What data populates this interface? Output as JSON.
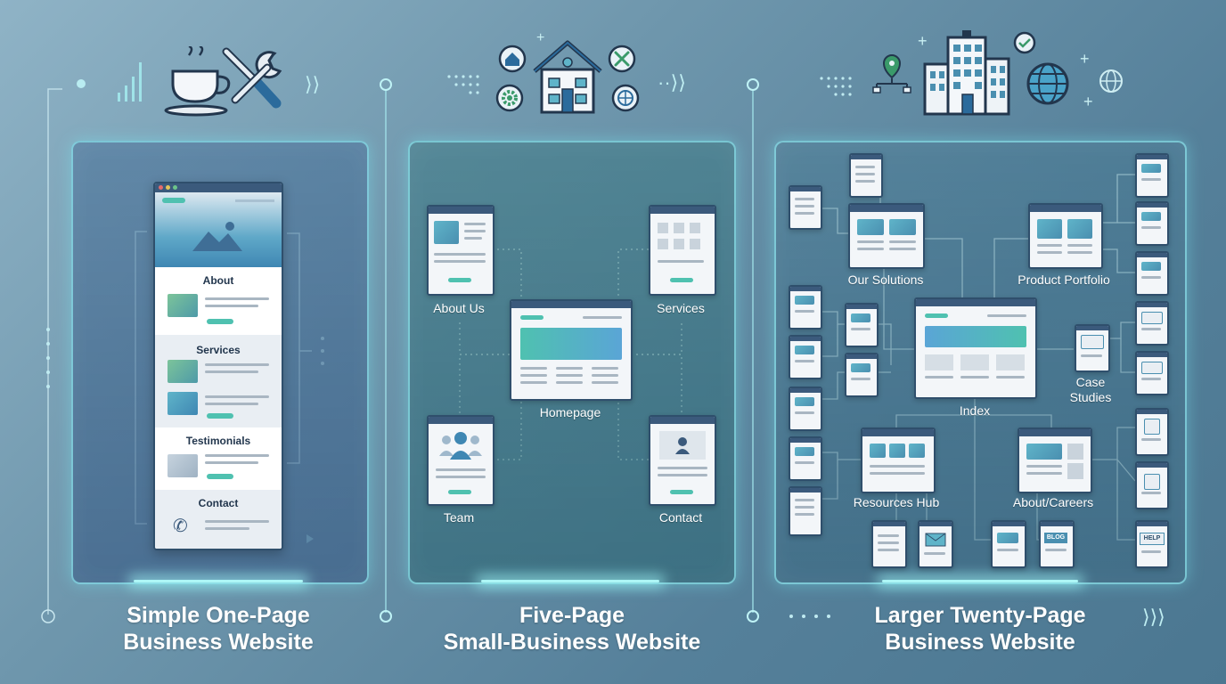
{
  "panels": {
    "one_page": {
      "title_line1": "Simple One-Page",
      "title_line2": "Business Website",
      "sections": [
        "About",
        "Services",
        "Testimonials",
        "Contact"
      ]
    },
    "five_page": {
      "title_line1": "Five-Page",
      "title_line2": "Small-Business Website",
      "pages": {
        "about": "About Us",
        "services": "Services",
        "home": "Homepage",
        "team": "Team",
        "contact": "Contact"
      }
    },
    "twenty_page": {
      "title_line1": "Larger Twenty-Page",
      "title_line2": "Business Website",
      "hubs": {
        "solutions": "Our Solutions",
        "portfolio": "Product Portfolio",
        "case_line1": "Case",
        "case_line2": "Studies",
        "index": "Index",
        "resources": "Resources Hub",
        "about": "About/Careers",
        "blog": "BLOG",
        "help": "HELP"
      }
    }
  },
  "icons": [
    "coffee-cup-icon",
    "wrench-screwdriver-icon",
    "house-icon",
    "home-icon",
    "tools-icon",
    "gear-icon",
    "globe-icon",
    "office-building-icon",
    "checkmark-icon",
    "location-pin-icon",
    "chevrons-right-icon"
  ],
  "colors": {
    "accent_teal": "#4fc1b0",
    "glow": "#aef6f6",
    "frame_dark": "#2f4f6c"
  }
}
